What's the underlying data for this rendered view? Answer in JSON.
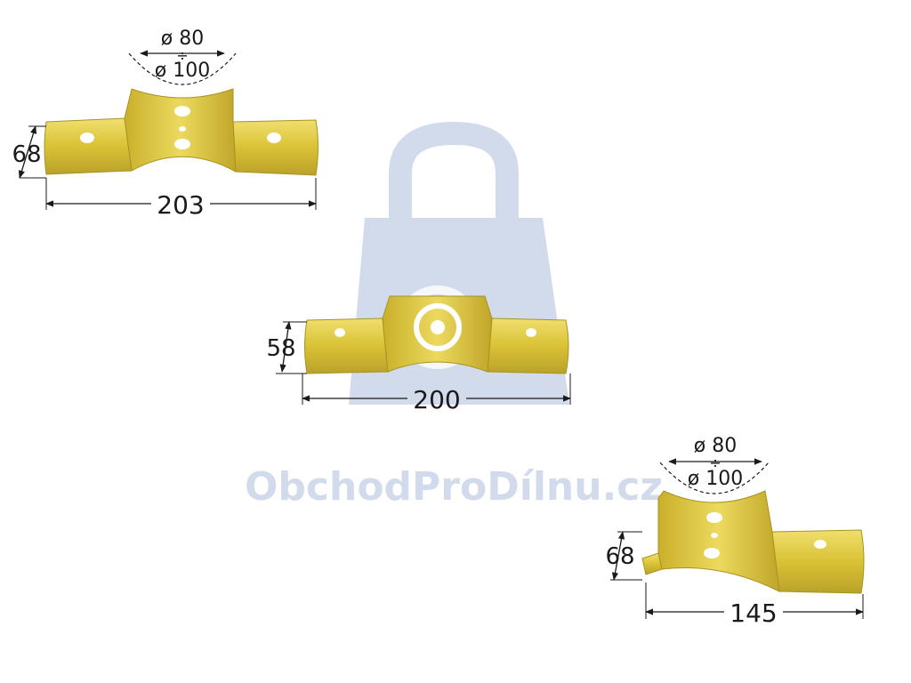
{
  "colors": {
    "background": "#ffffff",
    "metal_fill": "#d9c235",
    "metal_light": "#f0df6e",
    "metal_dark": "#a89322",
    "dimension_line": "#1a1a1a",
    "watermark": "#cdd7ea"
  },
  "watermark": {
    "text": "ObchodProDílnu.cz",
    "icon": "shopping-bag-icon"
  },
  "brackets": [
    {
      "id": "bracket-1",
      "diameter_min": "ø 80",
      "diameter_sep": "÷",
      "diameter_max": "ø 100",
      "height": "68",
      "width": "203"
    },
    {
      "id": "bracket-2",
      "height": "58",
      "width": "200"
    },
    {
      "id": "bracket-3",
      "diameter_min": "ø 80",
      "diameter_sep": "÷",
      "diameter_max": "ø 100",
      "height": "68",
      "width": "145"
    }
  ]
}
